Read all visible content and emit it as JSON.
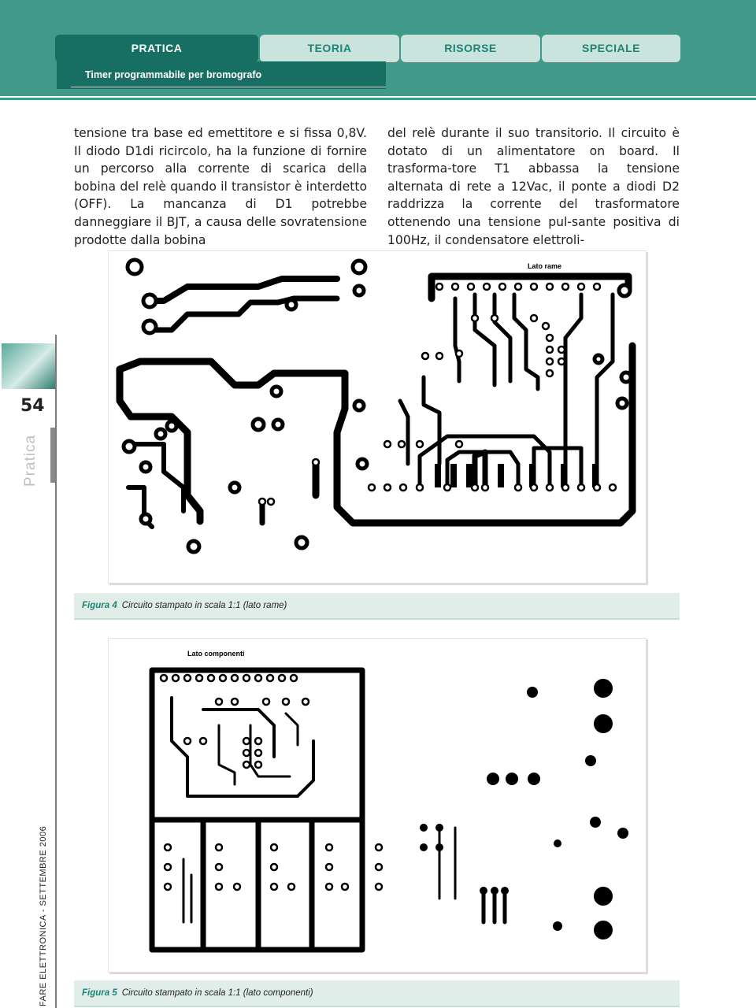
{
  "header": {
    "tabs": [
      {
        "label": "PRATICA",
        "active": true
      },
      {
        "label": "TEORIA",
        "active": false
      },
      {
        "label": "RISORSE",
        "active": false
      },
      {
        "label": "SPECIALE",
        "active": false
      }
    ],
    "subtitle": "Timer programmabile per bromografo"
  },
  "side": {
    "page_number": "54",
    "section": "Pratica",
    "journal": "FARE ELETTRONICA - SETTEMBRE 2006"
  },
  "body": {
    "left_text": "tensione tra base ed emettitore e si fissa 0,8V. Il diodo D1di ricircolo, ha la funzione di fornire un percorso alla corrente di scarica della bobina del relè quando il transistor è interdetto (OFF). La mancanza di D1 potrebbe danneggiare il BJT, a causa delle sovratensione prodotte dalla bobina",
    "right_text": "del relè durante il suo transitorio. Il circuito è dotato di un alimentatore on board. Il trasforma-tore T1 abbassa la tensione alternata di rete a 12Vac, il ponte a diodi D2 raddrizza la corrente del trasformatore ottenendo una tensione pul-sante positiva di 100Hz, il condensatore elettroli-"
  },
  "figures": [
    {
      "label": "Lato rame",
      "caption_number": "Figura 4",
      "caption_text": "Circuito stampato in scala 1:1 (lato rame)"
    },
    {
      "label": "Lato componenti",
      "caption_number": "Figura 5",
      "caption_text": "Circuito stampato in scala 1:1 (lato componenti)"
    }
  ],
  "colors": {
    "header_bg": "#41998a",
    "tab_active_bg": "#176e63",
    "tab_inactive_bg": "#c9e4dd",
    "tab_inactive_text": "#1c8476",
    "caption_bg": "#e0ede9"
  }
}
